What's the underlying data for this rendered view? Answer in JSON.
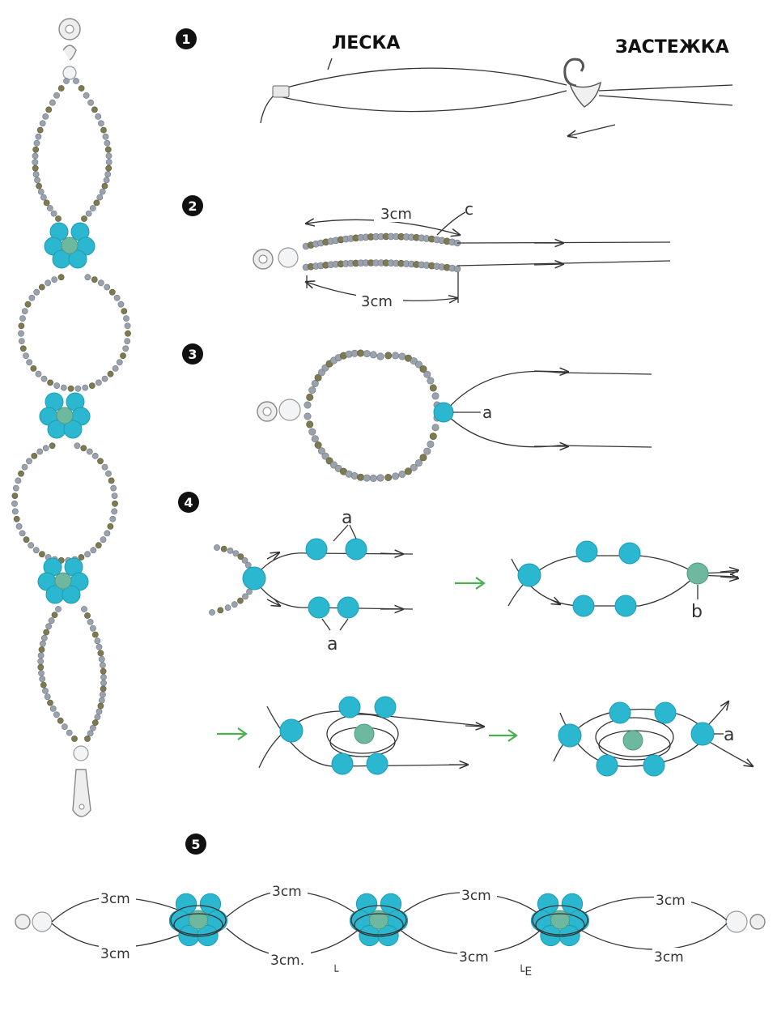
{
  "labels": {
    "leska": "ЛЕСКА",
    "zastezhka": "ЗАСТЕЖКА",
    "dim_3cm": "3cm",
    "dim_3cm_dot": "3cm.",
    "label_a": "a",
    "label_b": "b",
    "label_c": "c",
    "artifact_1": "└",
    "artifact_2": "└Е"
  },
  "steps": [
    {
      "number": "1"
    },
    {
      "number": "2"
    },
    {
      "number": "3"
    },
    {
      "number": "4"
    },
    {
      "number": "5"
    }
  ],
  "colors": {
    "bead_turquoise": "#2bb7cf",
    "bead_center": "#6fb8a0",
    "seed_bead": "#9aa3ad",
    "arrow_green": "#4caf50",
    "line": "#333333"
  },
  "icons": [
    "clasp-hook-icon",
    "clasp-ring-icon",
    "arrow-left-icon",
    "green-arrow-icon"
  ]
}
